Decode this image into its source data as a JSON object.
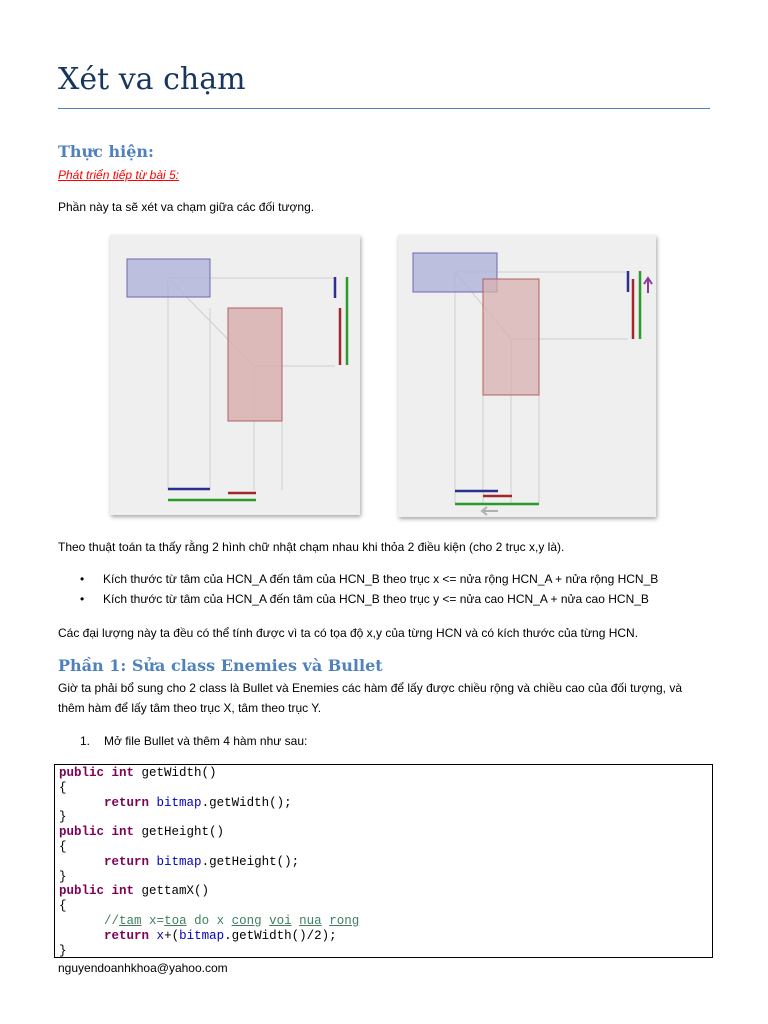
{
  "title": "Xét va chạm",
  "heading_thuc_hien": "Thực hiện:",
  "link_text": "Phát triển tiếp từ bài 5:",
  "intro": "Phần này ta sẽ xét va chạm giữa các đối tượng.",
  "algorithm_text": "Theo thuật toán ta thấy rằng 2 hình chữ nhật chạm nhau khi thỏa 2 điều kiện (cho 2 trục x,y là).",
  "conditions": [
    "Kích thước từ tâm của HCN_A đến tâm của HCN_B  theo trục  x <= nửa rộng HCN_A + nửa rộng HCN_B",
    "Kích thước từ tâm của HCN_A đến tâm của HCN_B theo trục y <= nửa cao HCN_A + nửa cao HCN_B"
  ],
  "quantities_text": "Các đại lượng này ta đều có thể tính được vì ta có tọa độ x,y của từng HCN và có kích thước của từng HCN.",
  "part1_heading": "Phần 1: Sửa class Enemies và Bullet",
  "part1_text_line1": "Giờ ta phải bổ sung cho 2 class là Bullet và Enemies các hàm để lấy được chiều rộng và chiều cao của đối tượng, và",
  "part1_text_line2": "thêm hàm để lấy tâm theo trục X, tâm theo trục Y.",
  "step1_number": "1.",
  "step1_text": "Mở file Bullet và thêm 4 hàm như sau:",
  "code": {
    "kw_public": "public",
    "kw_int": "int",
    "kw_return": "return",
    "field_bitmap": "bitmap",
    "field_x": "x",
    "getWidth_sig": " getWidth()",
    "getHeight_sig": " getHeight()",
    "gettamX_sig": " gettamX()",
    "open_brace": "{",
    "close_brace": "}",
    "getWidth_call": ".getWidth();",
    "getHeight_call": ".getHeight();",
    "indent": "      ",
    "comment_prefix": "//",
    "comment_words": [
      "tam",
      " x=",
      "toa",
      " do x ",
      "cong",
      " ",
      "voi",
      " ",
      "nua",
      " ",
      "rong"
    ],
    "return_tail_1": "+(",
    "return_tail_2": ".getWidth()/2);"
  },
  "footer_email": "nguyendoanhkhoa@yahoo.com",
  "colors": {
    "title": "#17365d",
    "heading": "#4f81bd",
    "link": "#ff0000",
    "rect_a_fill": "#b4b6dc",
    "rect_b_fill": "#d8b0b0",
    "blue_bar": "#2b2f8f",
    "red_bar": "#a02828",
    "green_bar": "#2a9a2a",
    "purple_arrow": "#8a3a9a"
  }
}
